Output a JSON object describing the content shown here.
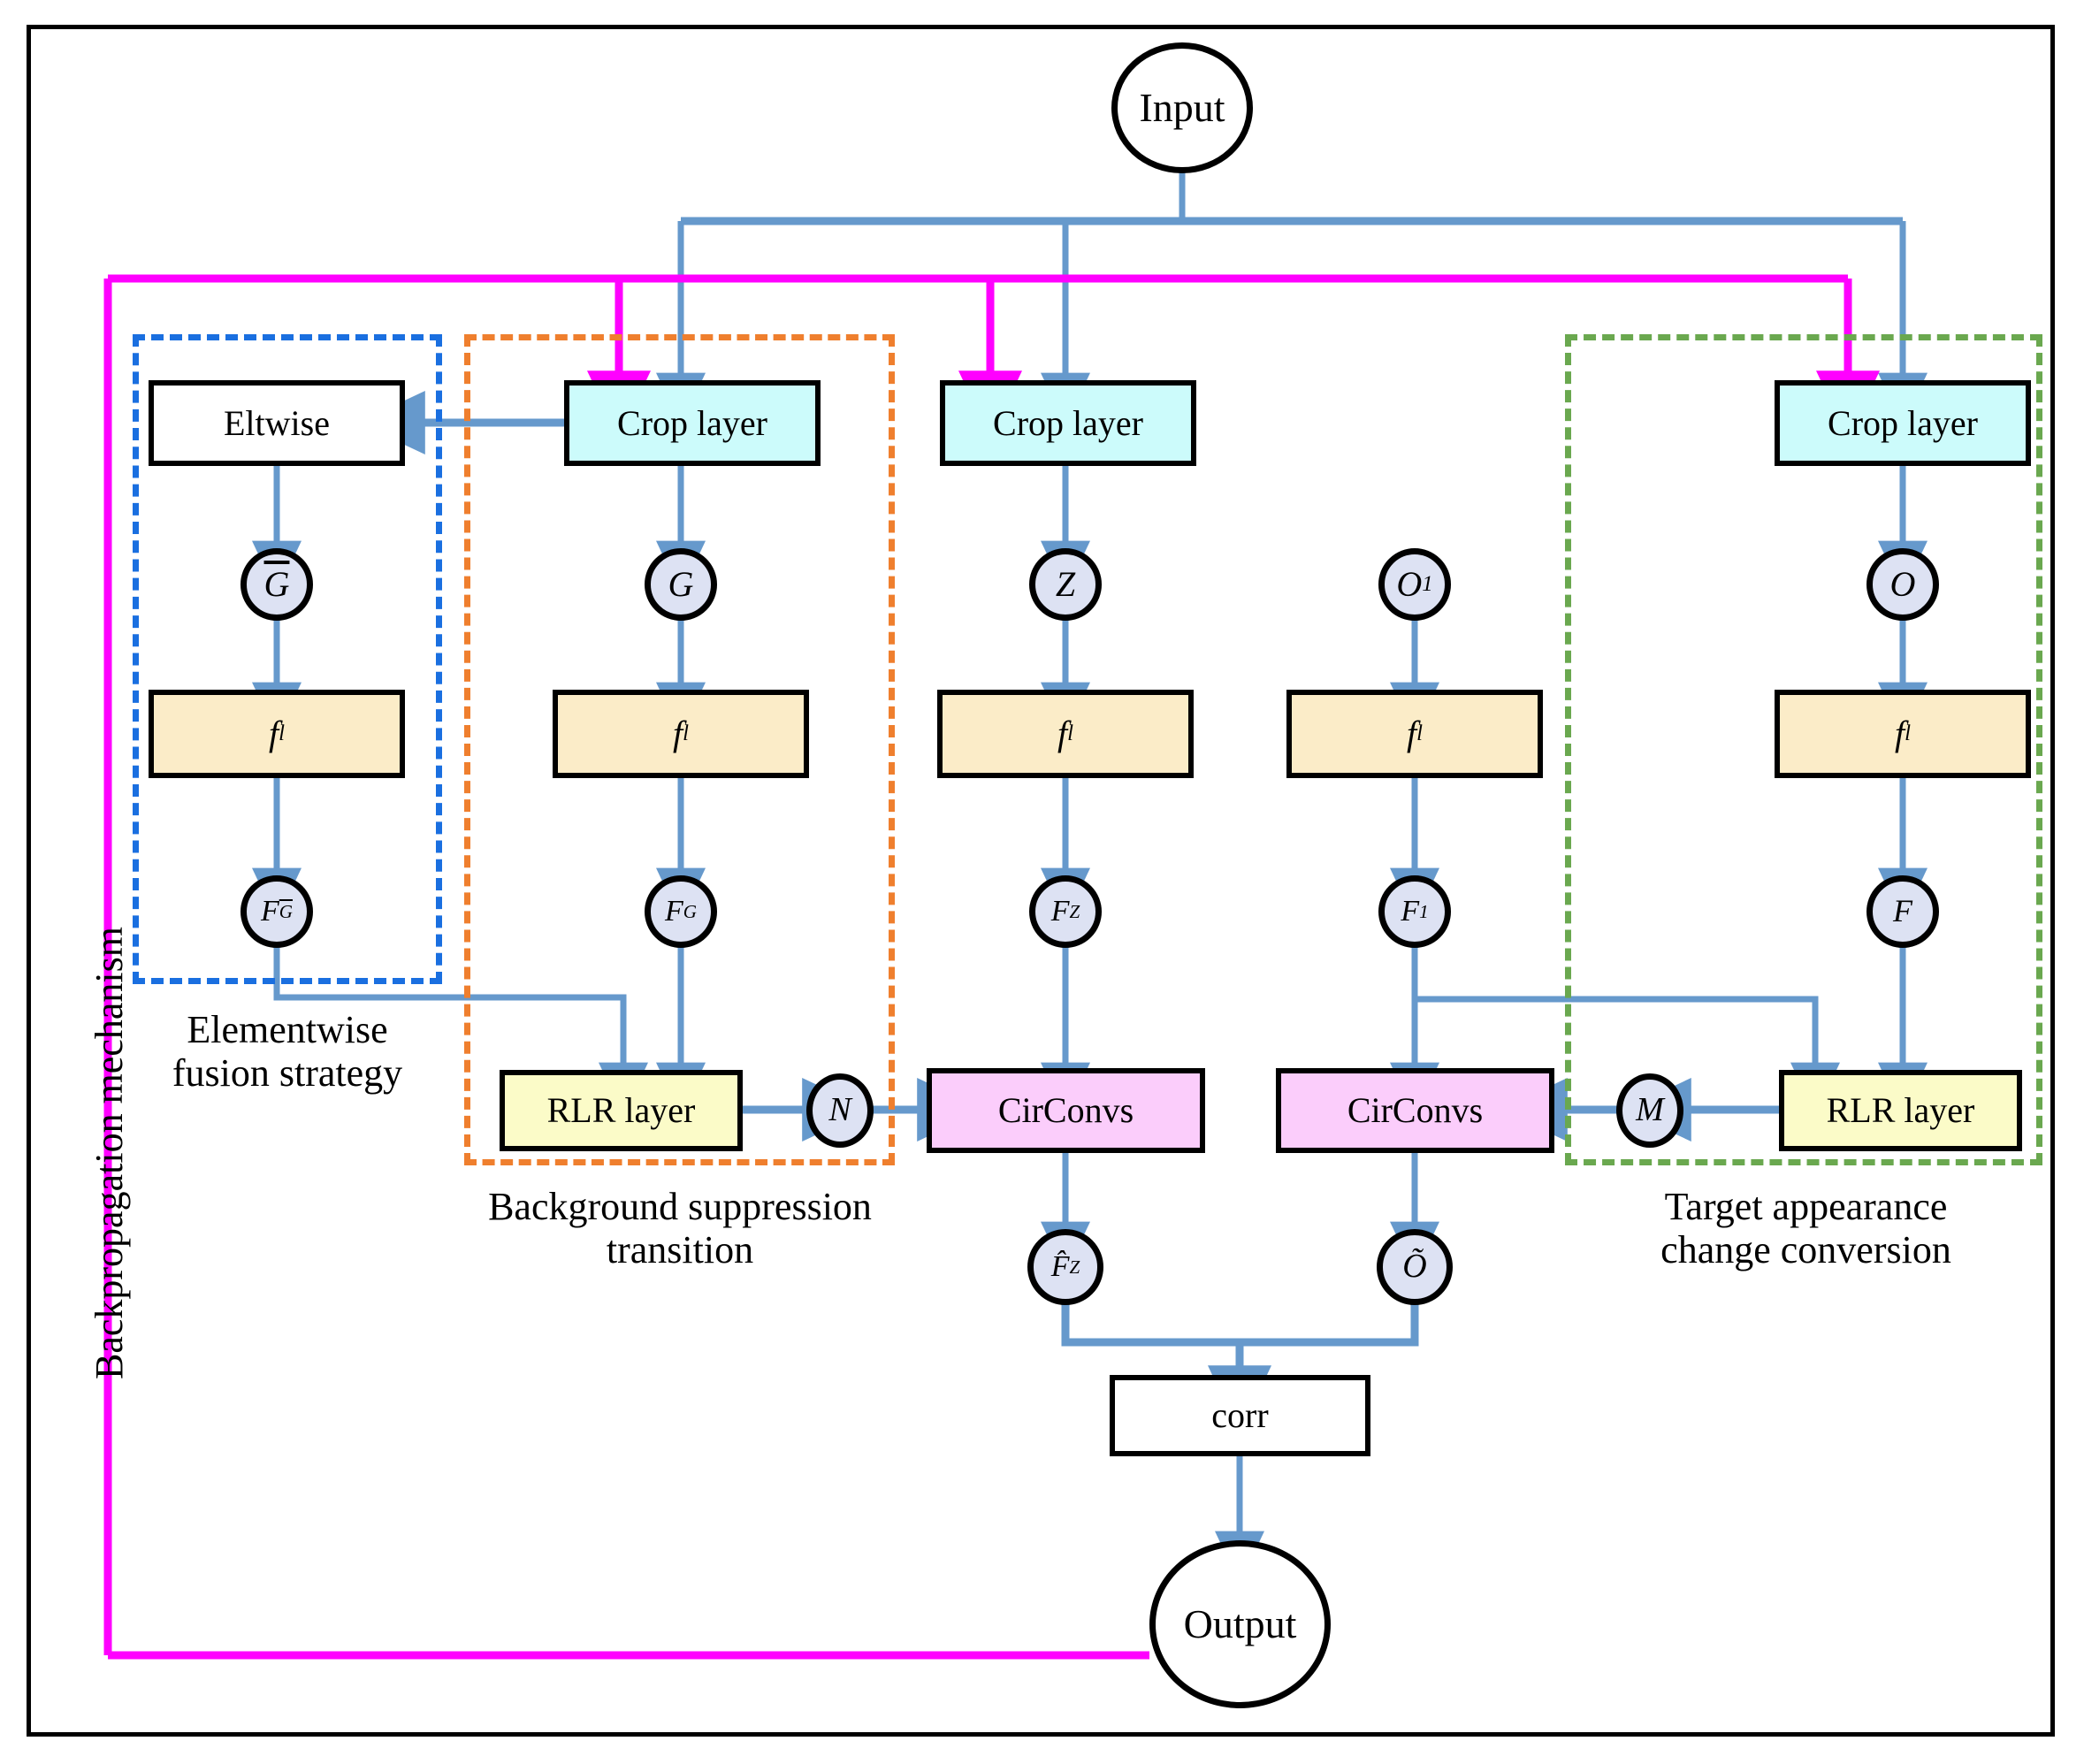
{
  "diagram": {
    "title": "Backpropagation mechanism",
    "frame_border_color": "#000000",
    "colors": {
      "flow_arrow": "#6699cc",
      "backprop_arrow": "#ff00ff",
      "crop_fill": "#ccfbfb",
      "fl_fill": "#fbecc8",
      "rlr_fill": "#fbfbc8",
      "circonv_fill": "#fbcdfb",
      "circle_fill": "#dde2f3",
      "eltwise_fill": "#ffffff",
      "region_elementwise": "#1a6fe0",
      "region_background": "#ef7f2e",
      "region_target": "#6aa84f"
    },
    "endpoints": {
      "input": "Input",
      "output": "Output"
    },
    "blocks": {
      "eltwise": "Eltwise",
      "crop_layer": "Crop layer",
      "fl": "f",
      "fl_exp": "l",
      "rlr_layer": "RLR layer",
      "circonvs": "CirConvs",
      "corr": "corr"
    },
    "tensors": {
      "g_bar": "G",
      "g_bar_accent": "̄",
      "g": "G",
      "z": "Z",
      "o1_base": "O",
      "o1_sub": "1",
      "o": "O",
      "f_gbar_base": "F",
      "f_gbar_sub": "Ḡ",
      "f_g_base": "F",
      "f_g_sub": "G",
      "f_z_base": "F",
      "f_z_sub": "Z",
      "f_1_base": "F",
      "f_1_sub": "1",
      "f": "F",
      "n": "N",
      "m": "M",
      "f_hat_z_base": "F̂",
      "f_hat_z_sub": "Z",
      "o_tilde": "Õ"
    },
    "regions": [
      {
        "id": "elementwise",
        "caption_line1": "Elementwise",
        "caption_line2": "fusion strategy",
        "color": "#1a6fe0"
      },
      {
        "id": "background",
        "caption_line1": "Background suppression",
        "caption_line2": "transition",
        "color": "#ef7f2e"
      },
      {
        "id": "target",
        "caption_line1": "Target appearance",
        "caption_line2": "change conversion",
        "color": "#6aa84f"
      }
    ],
    "columns": [
      {
        "id": "col-eltwise",
        "top_block": "Eltwise",
        "tensor": "Ḡ",
        "feature": "F_Ḡ"
      },
      {
        "id": "col-crop-g",
        "top_block": "Crop layer",
        "tensor": "G",
        "feature": "F_G"
      },
      {
        "id": "col-crop-z",
        "top_block": "Crop layer",
        "tensor": "Z",
        "feature": "F_Z"
      },
      {
        "id": "col-o1",
        "top_block": "",
        "tensor": "O_1",
        "feature": "F_1"
      },
      {
        "id": "col-crop-o",
        "top_block": "Crop layer",
        "tensor": "O",
        "feature": "F"
      }
    ]
  }
}
